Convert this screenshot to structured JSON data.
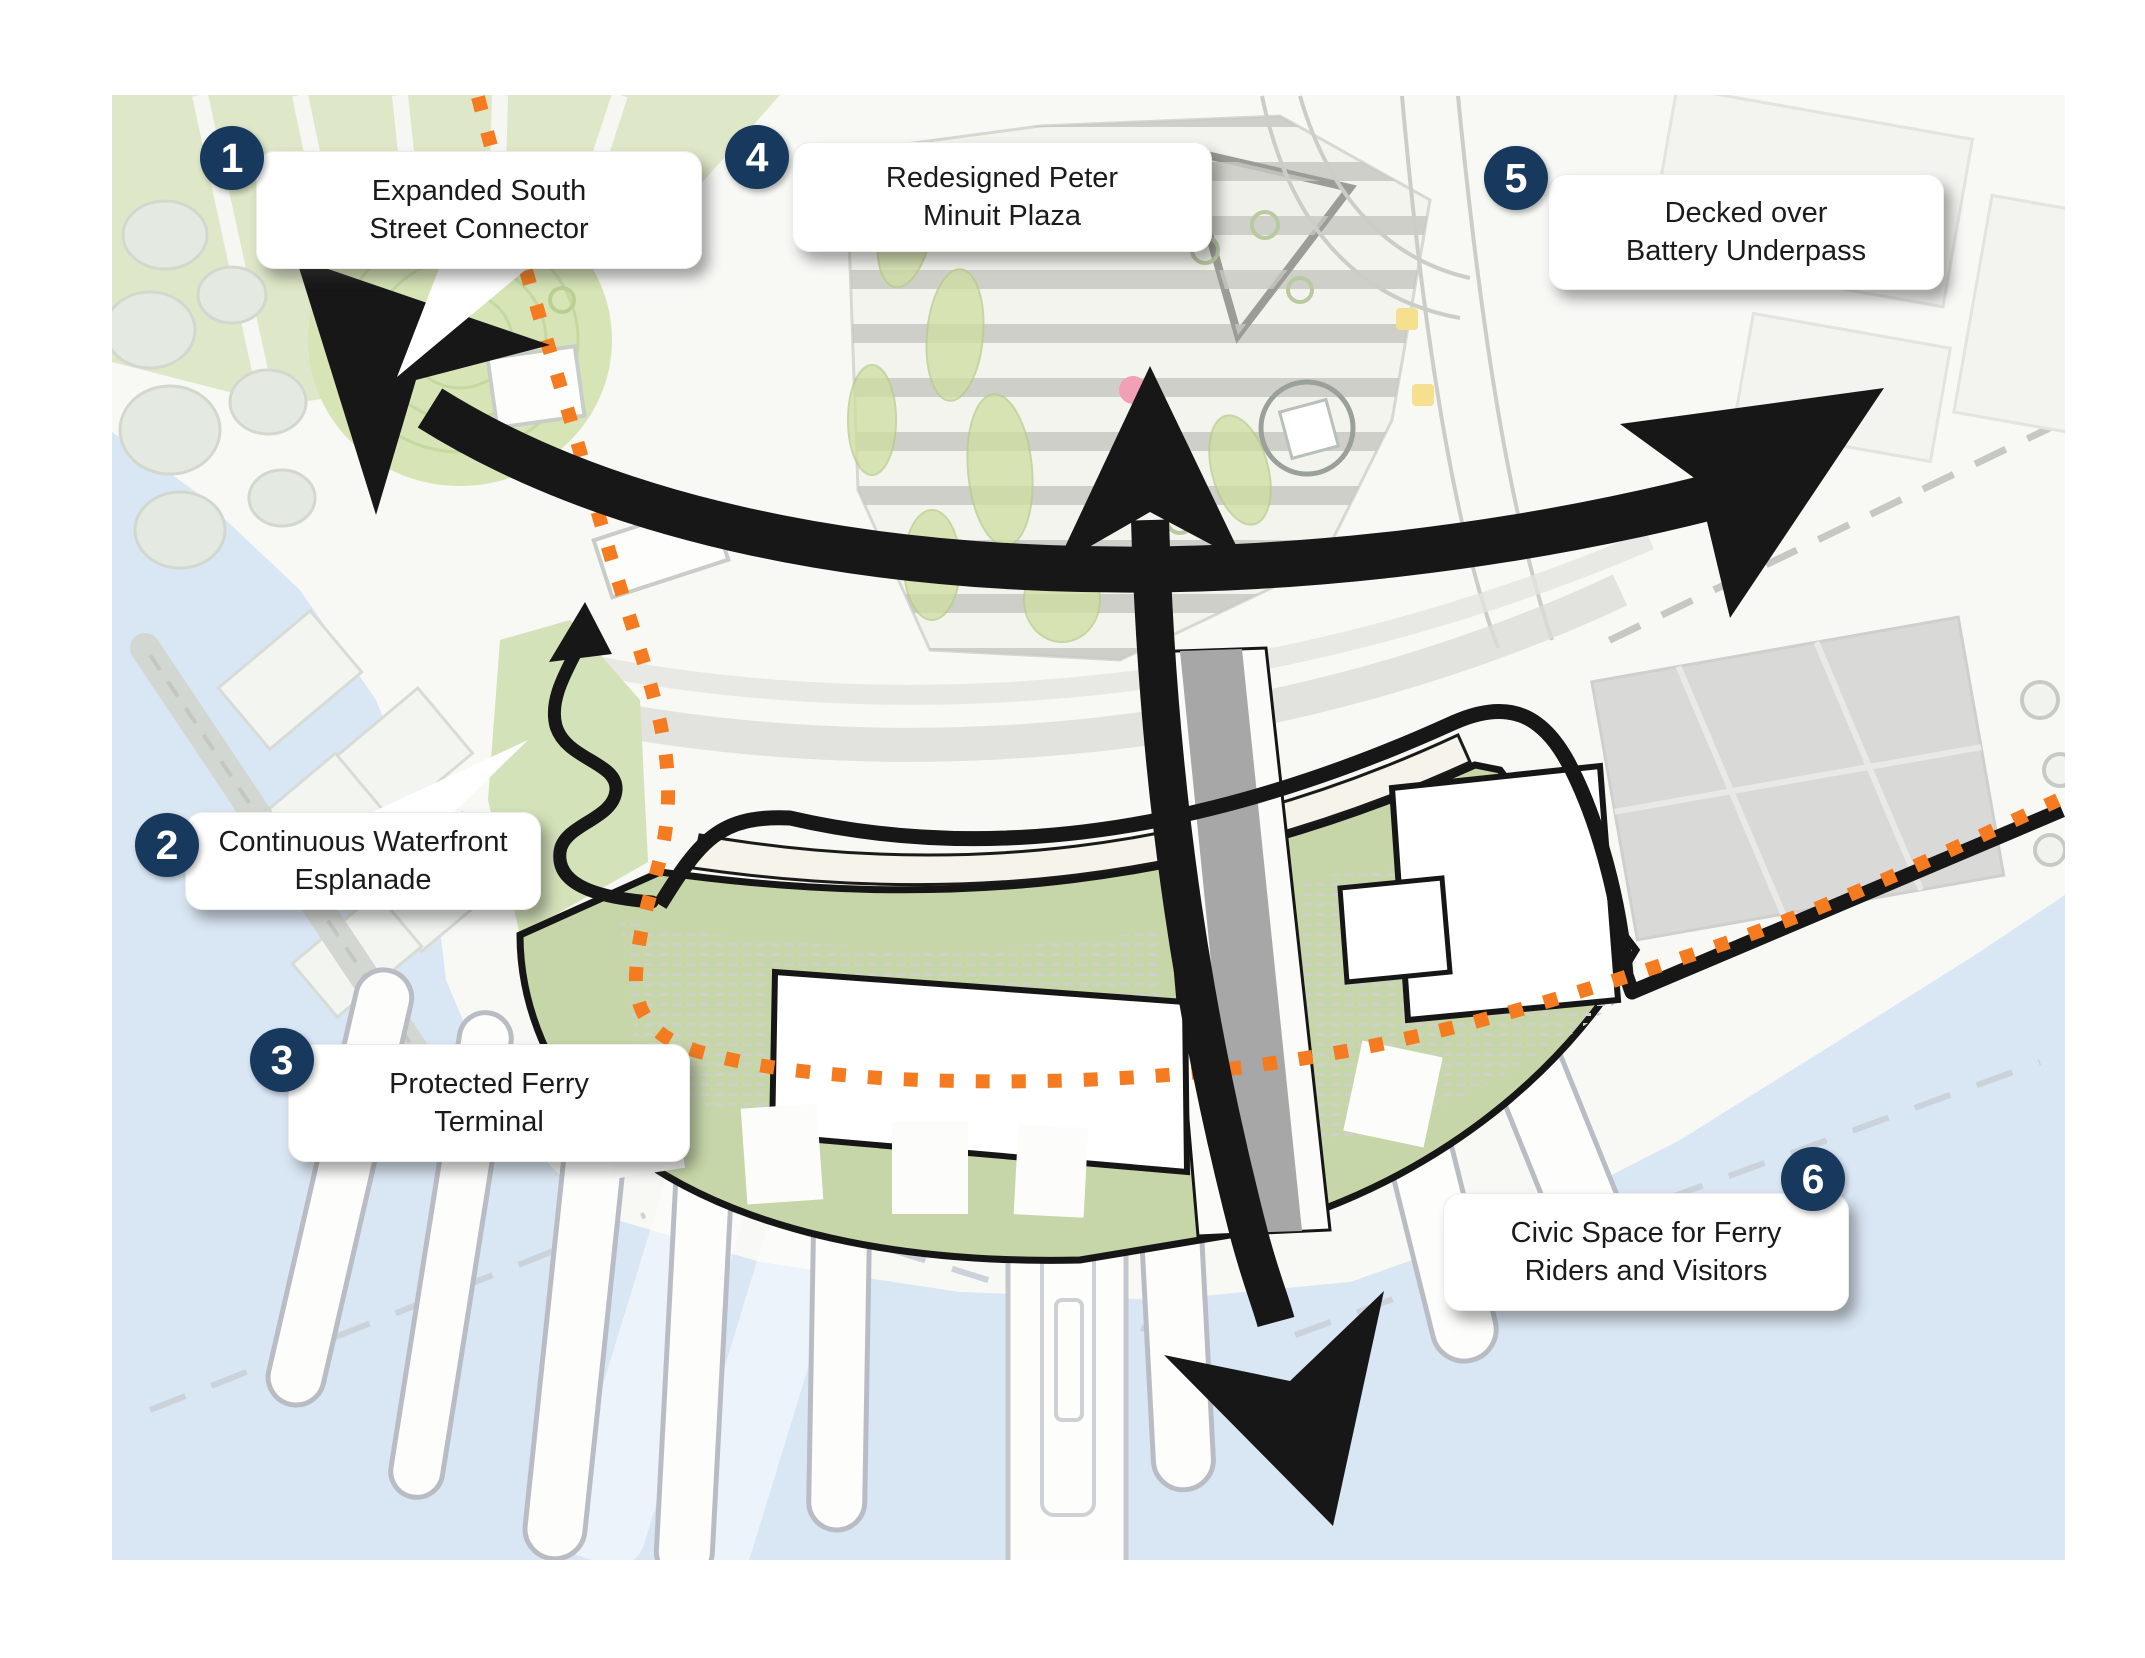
{
  "diagram": {
    "type": "annotated site plan",
    "subject": "Waterfront ferry terminal urban design concept"
  },
  "callouts": [
    {
      "number": "1",
      "line1": "Expanded South",
      "line2": "Street Connector"
    },
    {
      "number": "2",
      "line1": "Continuous Waterfront",
      "line2": "Esplanade"
    },
    {
      "number": "3",
      "line1": "Protected Ferry",
      "line2": "Terminal"
    },
    {
      "number": "4",
      "line1": "Redesigned Peter",
      "line2": "Minuit Plaza"
    },
    {
      "number": "5",
      "line1": "Decked over",
      "line2": "Battery Underpass"
    },
    {
      "number": "6",
      "line1": "Civic Space for Ferry",
      "line2": "Riders and Visitors"
    }
  ],
  "colors": {
    "badge_navy": "#17395E",
    "route_orange": "#F47B20",
    "arrow_black": "#171717",
    "water_blue": "#D9E6F4",
    "park_green": "#DEE8C8",
    "lawn_green": "#D6E4B6",
    "deck_green": "#C6D6A8",
    "stripe_gray": "#C8C8C3",
    "building_gray": "#D9D9D7",
    "cream_band": "#F6F3EA"
  }
}
